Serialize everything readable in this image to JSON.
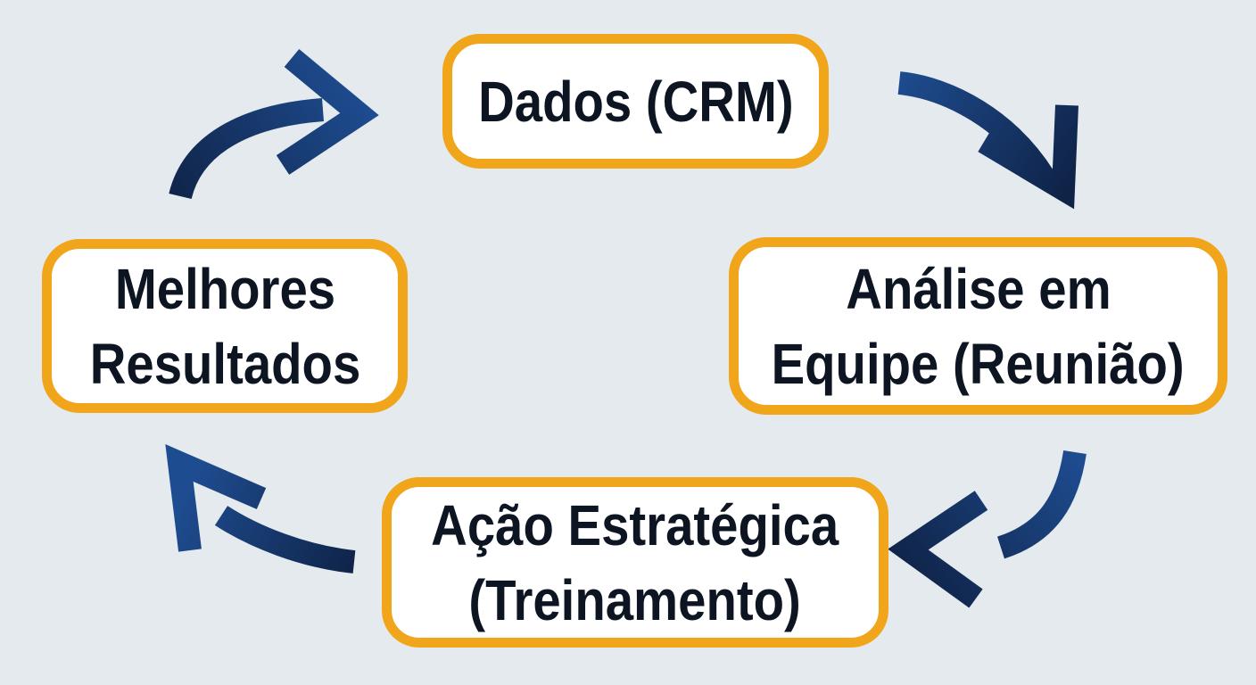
{
  "colors": {
    "background": "#e4eaed",
    "box_fill": "#ffffff",
    "box_border": "#f0a51a",
    "text": "#0d1522",
    "arrow_dark": "#0f2347",
    "arrow_light": "#1e4c90"
  },
  "nodes": [
    {
      "id": "dados",
      "lines": [
        "Dados (CRM)"
      ]
    },
    {
      "id": "analise",
      "lines": [
        "Análise em",
        "Equipe (Reunião)"
      ]
    },
    {
      "id": "acao",
      "lines": [
        "Ação Estratégica",
        "(Treinamento)"
      ]
    },
    {
      "id": "melhores",
      "lines": [
        "Melhores",
        "Resultados"
      ]
    }
  ],
  "arrows": [
    {
      "id": "melhores-to-dados",
      "from": "Melhores Resultados",
      "to": "Dados (CRM)"
    },
    {
      "id": "dados-to-analise",
      "from": "Dados (CRM)",
      "to": "Análise em Equipe (Reunião)"
    },
    {
      "id": "analise-to-acao",
      "from": "Análise em Equipe (Reunião)",
      "to": "Ação Estratégica (Treinamento)"
    },
    {
      "id": "acao-to-melhores",
      "from": "Ação Estratégica (Treinamento)",
      "to": "Melhores Resultados"
    }
  ]
}
